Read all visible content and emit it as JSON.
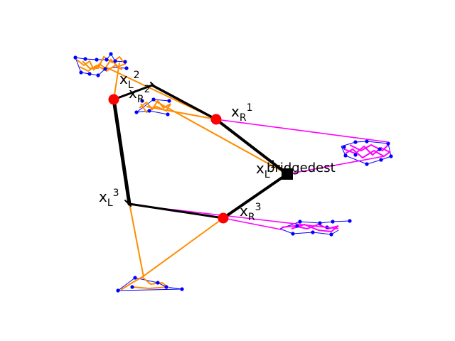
{
  "colors": {
    "orange": "#ff8c00",
    "magenta": "#ff00ff",
    "blue": "#0000ff",
    "red": "#ff0000",
    "black": "#000000"
  },
  "labels": {
    "x_l2": {
      "base": "x",
      "sub": "L",
      "sup": "2"
    },
    "x_r2": {
      "base": "x",
      "sub": "R",
      "sup": "2"
    },
    "x_r1": {
      "base": "x",
      "sub": "R",
      "sup": "1"
    },
    "x_l1": {
      "base": "x",
      "sub": "L",
      "sup": "1"
    },
    "x_l3": {
      "base": "x",
      "sub": "L",
      "sup": "3"
    },
    "x_r3": {
      "base": "x",
      "sub": "R",
      "sup": "3"
    },
    "bridge": "bridgedest"
  }
}
